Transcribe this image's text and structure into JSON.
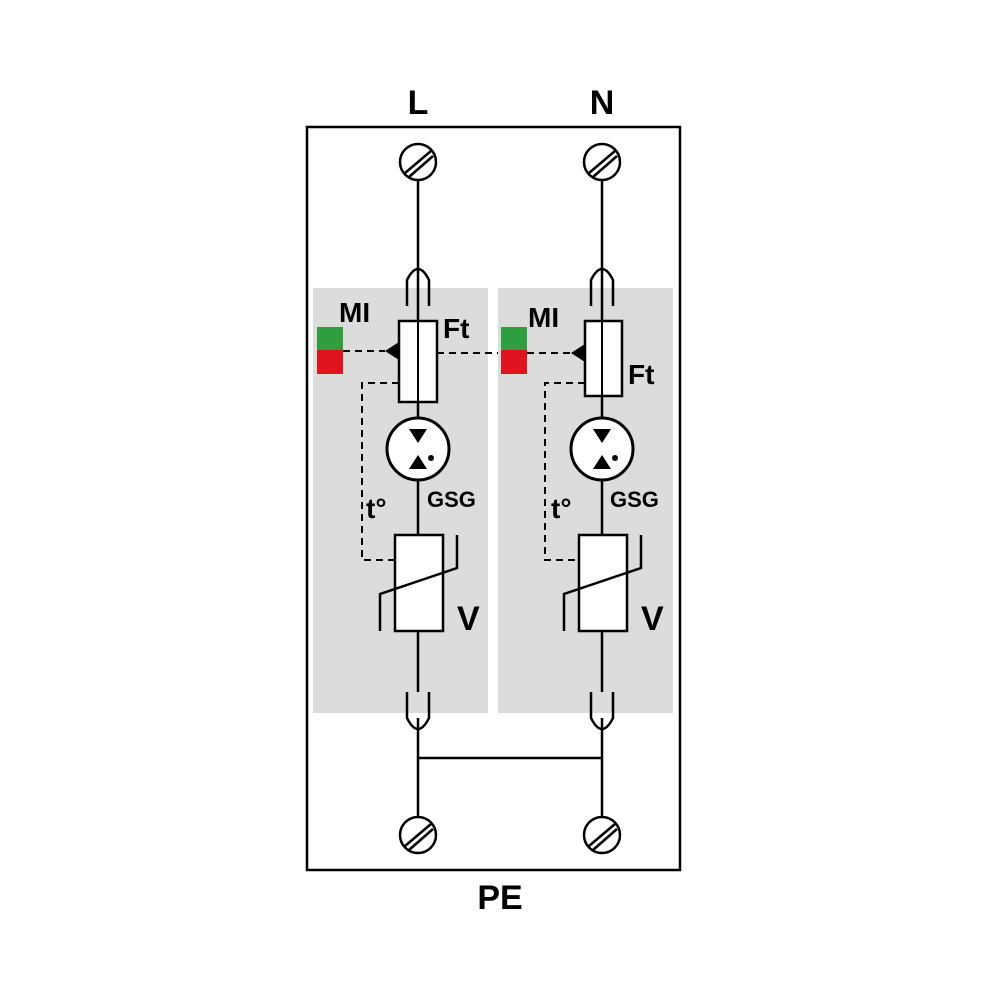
{
  "terminals": {
    "top_left": "L",
    "top_right": "N",
    "bottom": "PE"
  },
  "modules": [
    {
      "indicator_label": "MI",
      "fuse_label": "Ft",
      "thermal_label": "t°",
      "gas_tube_label": "GSG",
      "varistor_label": "V"
    },
    {
      "indicator_label": "MI",
      "fuse_label": "Ft",
      "thermal_label": "t°",
      "gas_tube_label": "GSG",
      "varistor_label": "V"
    }
  ],
  "colors": {
    "indicator_ok": "#2e9e3e",
    "indicator_fault": "#e0141e",
    "module_fill": "#dcdcdc"
  }
}
